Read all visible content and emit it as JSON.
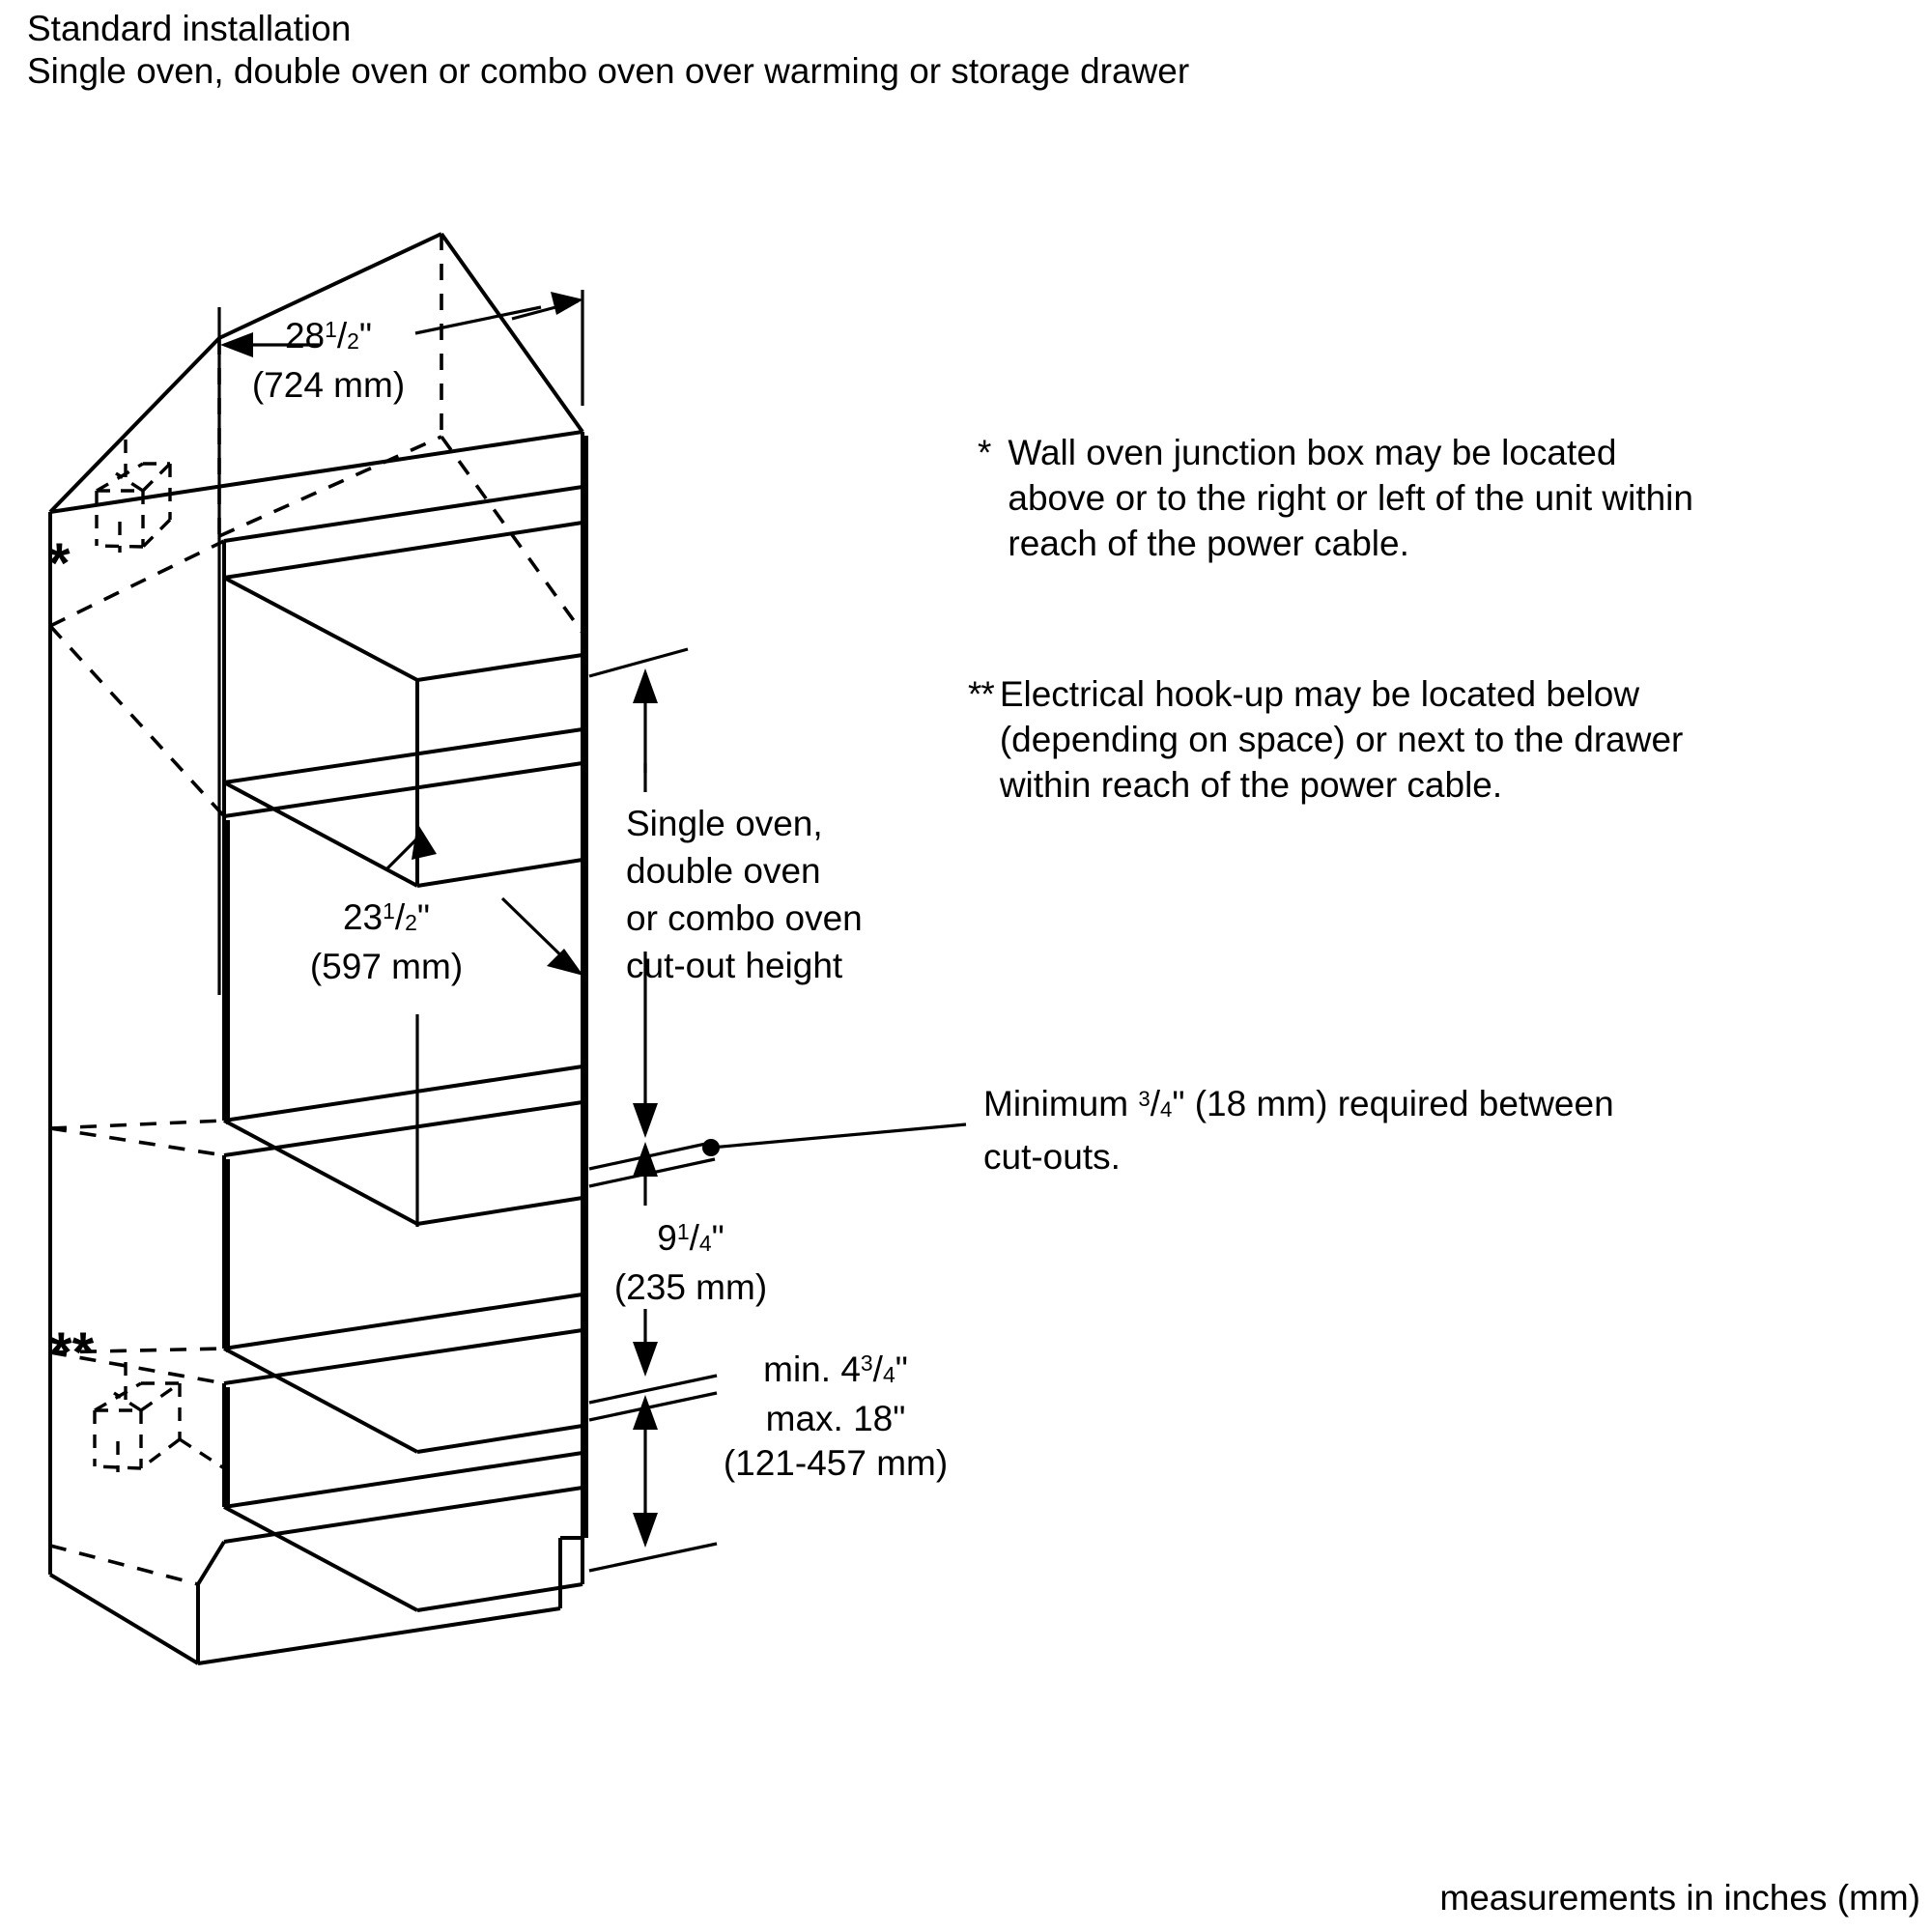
{
  "heading": {
    "line1": "Standard installation",
    "line2": "Single oven, double oven or combo oven over warming or storage drawer"
  },
  "dimensions": {
    "width_top": {
      "whole": "28",
      "numerator": "1",
      "slash": "/",
      "denominator": "2",
      "unit": "\"",
      "metric": "(724 mm)"
    },
    "cutout_depth": {
      "whole": "23",
      "numerator": "1",
      "slash": "/",
      "denominator": "2",
      "unit": "\"",
      "metric": "(597 mm)"
    },
    "drawer_height": {
      "whole": "9",
      "numerator": "1",
      "slash": "/",
      "denominator": "4",
      "unit": "\"",
      "metric": "(235 mm)"
    },
    "toekick": {
      "min_prefix": "min. ",
      "min_whole": "4",
      "min_numerator": "3",
      "min_slash": "/",
      "min_denominator": "4",
      "min_unit": "\"",
      "max_line": "max. 18\"",
      "metric": "(121-457 mm)"
    }
  },
  "labels": {
    "cutout_height": {
      "line1": "Single oven,",
      "line2": "double oven",
      "line3": "or combo oven",
      "line4": "cut-out height"
    }
  },
  "callouts": {
    "minimum_gap": {
      "prefix": "Minimum ",
      "numerator": "3",
      "slash": "/",
      "denominator": "4",
      "unit": "\"",
      "middle": " (18 mm) required between",
      "line2": "cut-outs."
    }
  },
  "notes": [
    {
      "mark": "*",
      "line1": "Wall oven junction box may be located",
      "line2": "above or to the right or left of the unit within",
      "line3": "reach of the power cable."
    },
    {
      "mark": "**",
      "line1": "Electrical hook-up may be located below",
      "line2": "(depending on space) or next to the drawer",
      "line3": "within reach of the power cable."
    }
  ],
  "markers": {
    "junction_box": "*",
    "electrical_hookup": "**"
  },
  "footer": {
    "text": "measurements in inches (mm)"
  },
  "colors": {
    "ink": "#000000",
    "background": "#ffffff"
  }
}
